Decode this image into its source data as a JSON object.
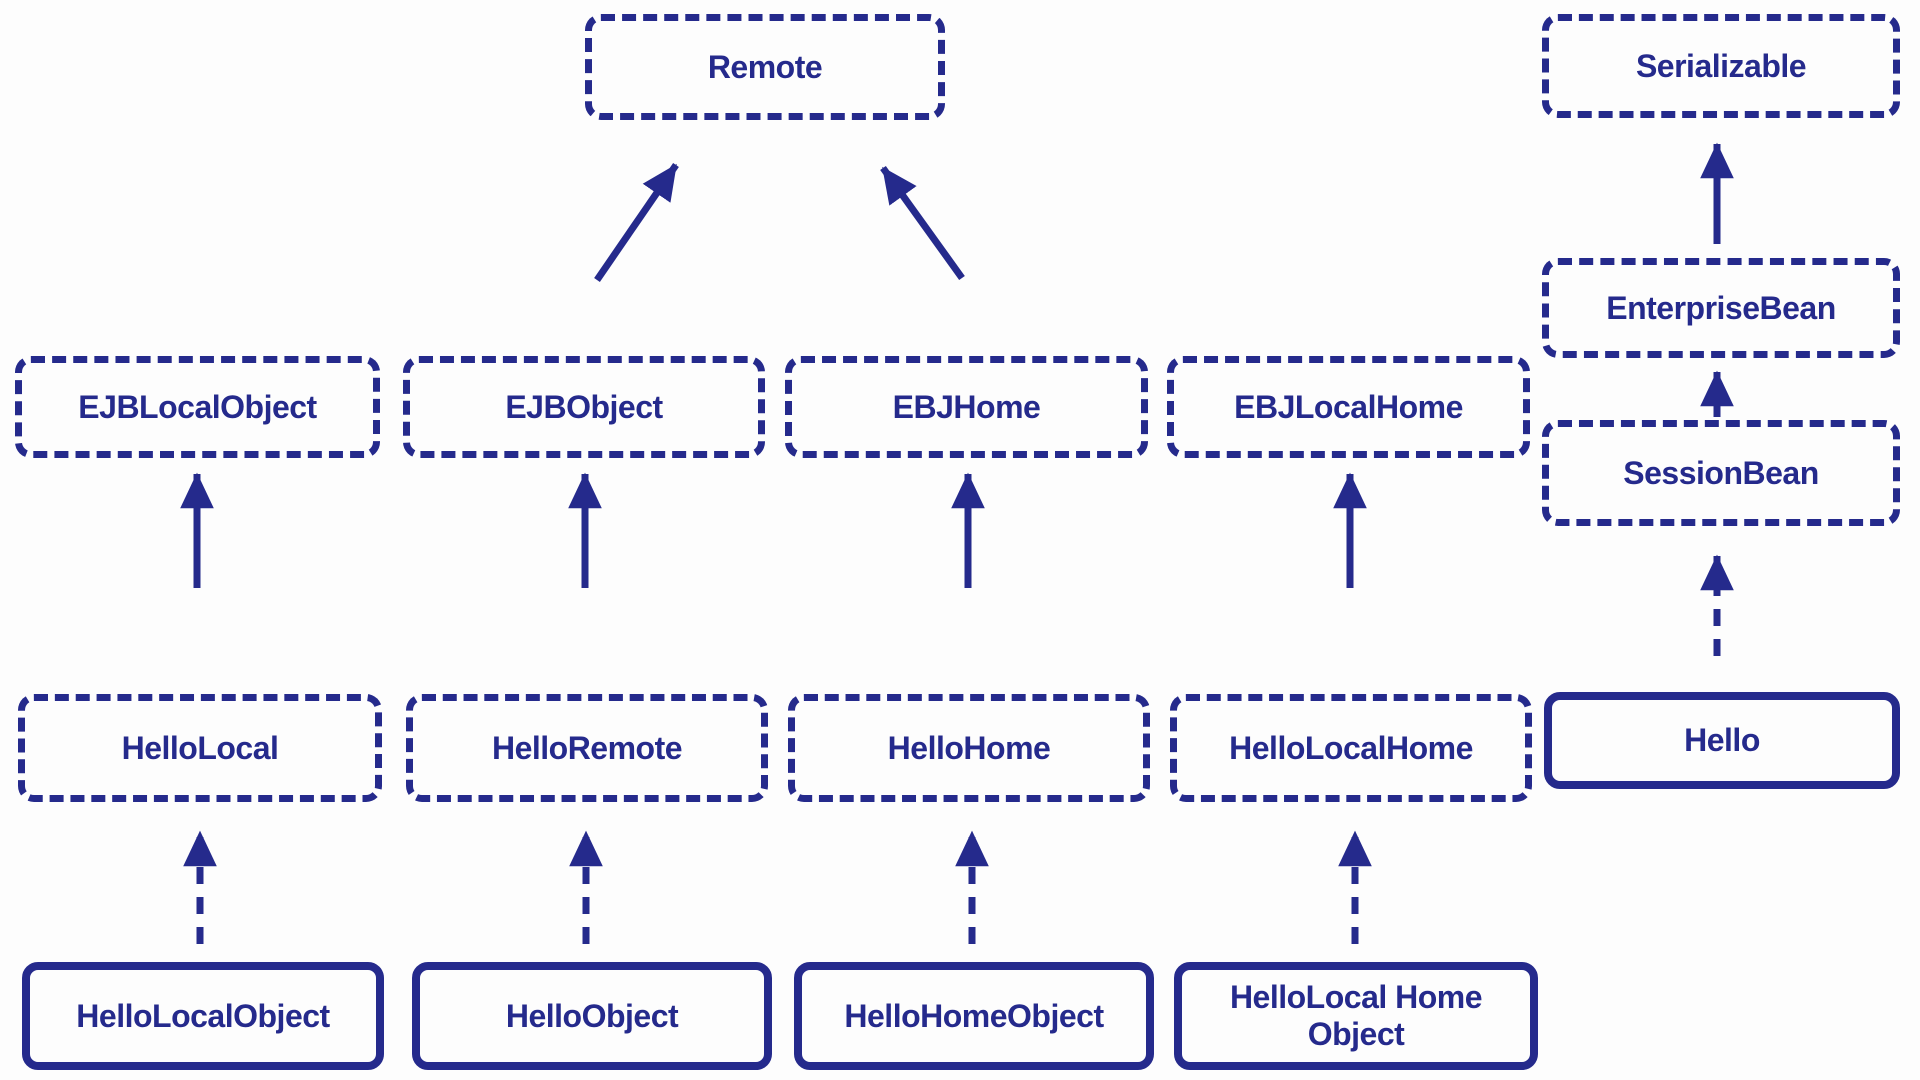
{
  "colors": {
    "ink": "#252a8c",
    "bg": "#fdfdfd"
  },
  "diagram": {
    "type": "class-hierarchy",
    "nodes": {
      "remote": {
        "label": "Remote",
        "border": "dashed"
      },
      "serializable": {
        "label": "Serializable",
        "border": "dashed"
      },
      "ejb_local_object": {
        "label": "EJBLocalObject",
        "border": "dashed"
      },
      "ejb_object": {
        "label": "EJBObject",
        "border": "dashed"
      },
      "ebj_home": {
        "label": "EBJHome",
        "border": "dashed"
      },
      "ebj_local_home": {
        "label": "EBJLocalHome",
        "border": "dashed"
      },
      "enterprise_bean": {
        "label": "EnterpriseBean",
        "border": "dashed"
      },
      "session_bean": {
        "label": "SessionBean",
        "border": "dashed"
      },
      "hello_local": {
        "label": "HelloLocal",
        "border": "dashed"
      },
      "hello_remote": {
        "label": "HelloRemote",
        "border": "dashed"
      },
      "hello_home": {
        "label": "HelloHome",
        "border": "dashed"
      },
      "hello_local_home": {
        "label": "HelloLocalHome",
        "border": "dashed"
      },
      "hello": {
        "label": "Hello",
        "border": "solid"
      },
      "hello_local_object": {
        "label": "HelloLocalObject",
        "border": "solid"
      },
      "hello_object": {
        "label": "HelloObject",
        "border": "solid"
      },
      "hello_home_object": {
        "label": "HelloHomeObject",
        "border": "solid"
      },
      "hello_local_home_object": {
        "label": "HelloLocal Home Object",
        "border": "solid"
      }
    },
    "edges": [
      {
        "from": "EJBObject",
        "to": "Remote",
        "style": "solid"
      },
      {
        "from": "EBJHome",
        "to": "Remote",
        "style": "solid"
      },
      {
        "from": "HelloLocal",
        "to": "EJBLocalObject",
        "style": "solid"
      },
      {
        "from": "HelloRemote",
        "to": "EJBObject",
        "style": "solid"
      },
      {
        "from": "HelloHome",
        "to": "EBJHome",
        "style": "solid"
      },
      {
        "from": "HelloLocalHome",
        "to": "EBJLocalHome",
        "style": "solid"
      },
      {
        "from": "EnterpriseBean",
        "to": "Serializable",
        "style": "solid"
      },
      {
        "from": "SessionBean",
        "to": "EnterpriseBean",
        "style": "solid"
      },
      {
        "from": "Hello",
        "to": "SessionBean",
        "style": "dashed"
      },
      {
        "from": "HelloLocalObject",
        "to": "HelloLocal",
        "style": "dashed"
      },
      {
        "from": "HelloObject",
        "to": "HelloRemote",
        "style": "dashed"
      },
      {
        "from": "HelloHomeObject",
        "to": "HelloHome",
        "style": "dashed"
      },
      {
        "from": "HelloLocal Home Object",
        "to": "HelloLocalHome",
        "style": "dashed"
      }
    ]
  }
}
